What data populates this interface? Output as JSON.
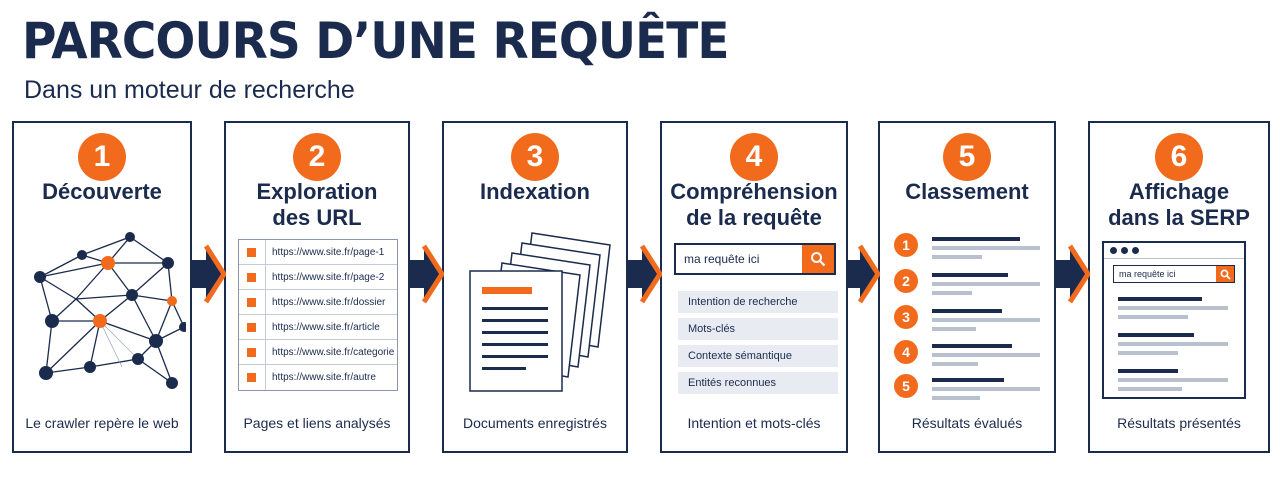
{
  "title": "PARCOURS D’UNE REQUÊTE",
  "subtitle": "Dans un moteur de recherche",
  "steps": [
    {
      "number": "1",
      "title_lines": [
        "Découverte"
      ],
      "caption": "Le crawler repère le web"
    },
    {
      "number": "2",
      "title_lines": [
        "Exploration",
        "des URL"
      ],
      "caption": "Pages et liens analysés",
      "urls": [
        "https://www.site.fr/page-1",
        "https://www.site.fr/page-2",
        "https://www.site.fr/dossier",
        "https://www.site.fr/article",
        "https://www.site.fr/categorie",
        "https://www.site.fr/autre"
      ]
    },
    {
      "number": "3",
      "title_lines": [
        "Indexation"
      ],
      "caption": "Documents enregistrés"
    },
    {
      "number": "4",
      "title_lines": [
        "Compréhension",
        "de la requête"
      ],
      "caption": "Intention et mots-clés",
      "query": "ma requête ici",
      "intents": [
        "Intention de recherche",
        "Mots-clés",
        "Contexte sémantique",
        "Entités reconnues"
      ]
    },
    {
      "number": "5",
      "title_lines": [
        "Classement"
      ],
      "caption": "Résultats évalués",
      "ranks": [
        "1",
        "2",
        "3",
        "4",
        "5"
      ]
    },
    {
      "number": "6",
      "title_lines": [
        "Affichage",
        "dans la SERP"
      ],
      "caption": "Résultats présentés",
      "query": "ma requête ici"
    }
  ],
  "colors": {
    "navy": "#1b2b4d",
    "orange": "#f26b1d",
    "grey": "#b9c1cf"
  },
  "icons": {
    "arrow": "chevron-arrow-icon",
    "search": "search-icon",
    "network": "network-graph-icon",
    "documents": "document-stack-icon"
  }
}
